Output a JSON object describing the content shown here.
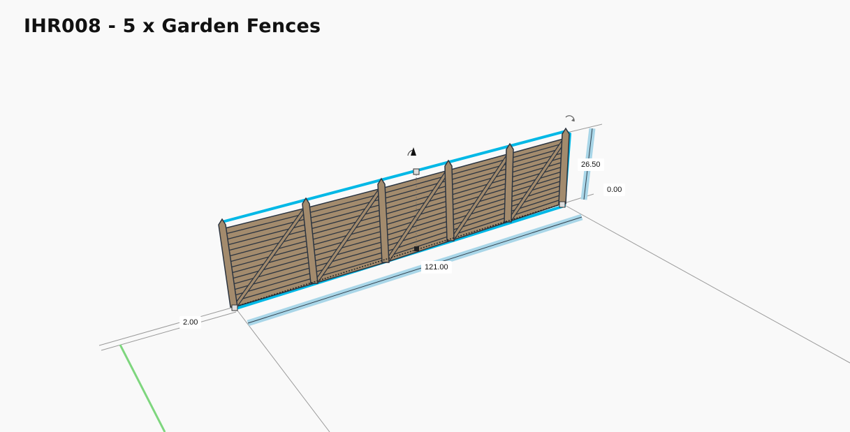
{
  "title": "IHR008 - 5 x Garden Fences",
  "dimensions": {
    "height": "26.50",
    "elevation": "0.00",
    "length": "121.00",
    "depth": "2.00"
  },
  "colors": {
    "wood": "#a38b6d",
    "outline": "#2b3440",
    "selection": "#00b8e6",
    "dimension_band": "#a9d6e8",
    "green_axis": "#7ed67e"
  }
}
